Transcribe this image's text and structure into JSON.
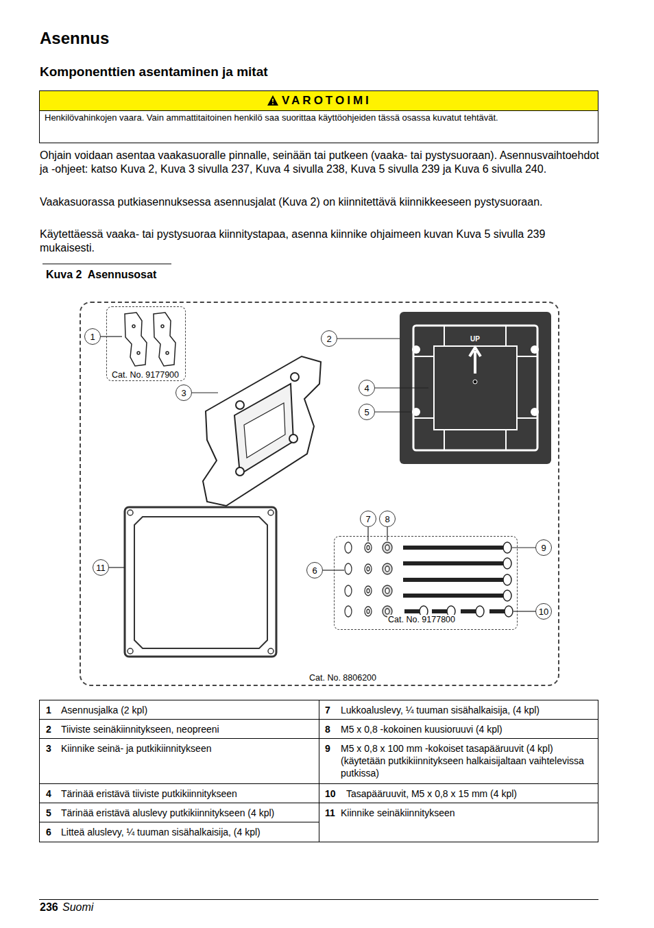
{
  "diagram": {
    "title": "Asennus",
    "caption": "Kuva 2  Asennusosat",
    "nodes": [
      {
        "text": [
          "VAROTOIMI",
          "Henkilövahinkojen vaara. Vain ammattitaitoinen henkilö saa suorittaa käyttöohjeiden tässä osassa kuvatut tehtävät."
        ]
      },
      {
        "text": [
          "Cat. No. 8806200"
        ]
      },
      {
        "text": [
          "Cat. No. 9177900"
        ],
        "in": 1
      },
      {
        "text": [
          "1"
        ],
        "in": 1
      },
      {
        "text": [
          "2"
        ],
        "in": 1
      },
      {
        "text": [
          "3"
        ],
        "in": 1
      },
      {
        "text": [
          "4"
        ],
        "in": 1
      },
      {
        "text": [
          "5"
        ],
        "in": 1
      },
      {
        "text": [
          "7"
        ],
        "in": 1
      },
      {
        "text": [
          "8"
        ],
        "in": 1
      },
      {
        "text": [
          "9"
        ],
        "in": 1
      },
      {
        "text": [
          "11"
        ],
        "in": 1
      },
      {
        "text": [
          "6"
        ],
        "in": 1
      },
      {
        "text": [
          "Cat. No. 9177800"
        ],
        "in": 1
      },
      {
        "text": [
          "10"
        ],
        "in": 1
      }
    ],
    "labels": [
      "Komponenttien asentaminen ja mitat",
      "Ohjain voidaan asentaa vaakasuoralle pinnalle, seinään tai putkeen (vaaka- tai pystysuoraan). Asennusvaihtoehdot ja -ohjeet: katso Kuva 2, Kuva 3 sivulla 237, Kuva 4 sivulla 238, Kuva 5 sivulla 239 ja Kuva 6 sivulla 240.",
      "Vaakasuorassa putkiasennuksessa asennusjalat (Kuva 2) on kiinnitettävä kiinnikkeeseen pystysuoraan.",
      "Käytettäessä vaaka- tai pystysuoraa kiinnitystapaa, asenna kiinnike ohjaimeen kuvan Kuva 5 sivulla 239 mukaisesti.",
      "UP",
      "1",
      "Asennusjalka (2 kpl)",
      "7",
      "Lukkoaluslevy, ¼ tuuman sisähalkaisija, (4 kpl)",
      "2",
      "Tiiviste seinäkiinnitykseen, neopreeni",
      "8",
      "M5 x 0,8 -kokoinen kuusioruuvi (4 kpl)",
      "3",
      "Kiinnike seinä- ja putkikiinnitykseen",
      "9",
      "M5 x 0,8 x 100 mm -kokoiset tasapääruuvit (4 kpl) (käytetään putkikiinnitykseen halkaisijaltaan vaihtelevissa putkissa)",
      "4",
      "Tärinää eristävä tiiviste putkikiinnitykseen",
      "10",
      "Tasapääruuvit, M5 x 0,8 x 15 mm (4 kpl)",
      "5",
      "Tärinää eristävä aluslevy putkikiinnitykseen (4 kpl)",
      "11",
      "Kiinnike seinäkiinnitykseen",
      "6",
      "Litteä aluslevy, ¼ tuuman sisähalkaisija, (4 kpl)",
      "236",
      "Suomi"
    ]
  }
}
